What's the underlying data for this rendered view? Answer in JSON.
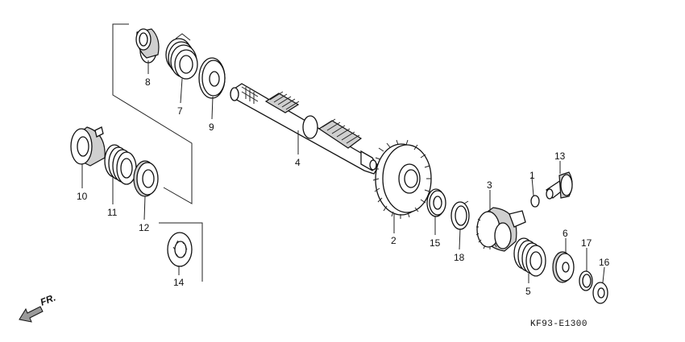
{
  "diagram": {
    "part_numbers": [
      "1",
      "2",
      "3",
      "4",
      "5",
      "6",
      "7",
      "8",
      "9",
      "10",
      "11",
      "12",
      "13",
      "14",
      "15",
      "16",
      "17",
      "18"
    ],
    "direction_label": "FR.",
    "figure_code": "KF93-E1300"
  }
}
